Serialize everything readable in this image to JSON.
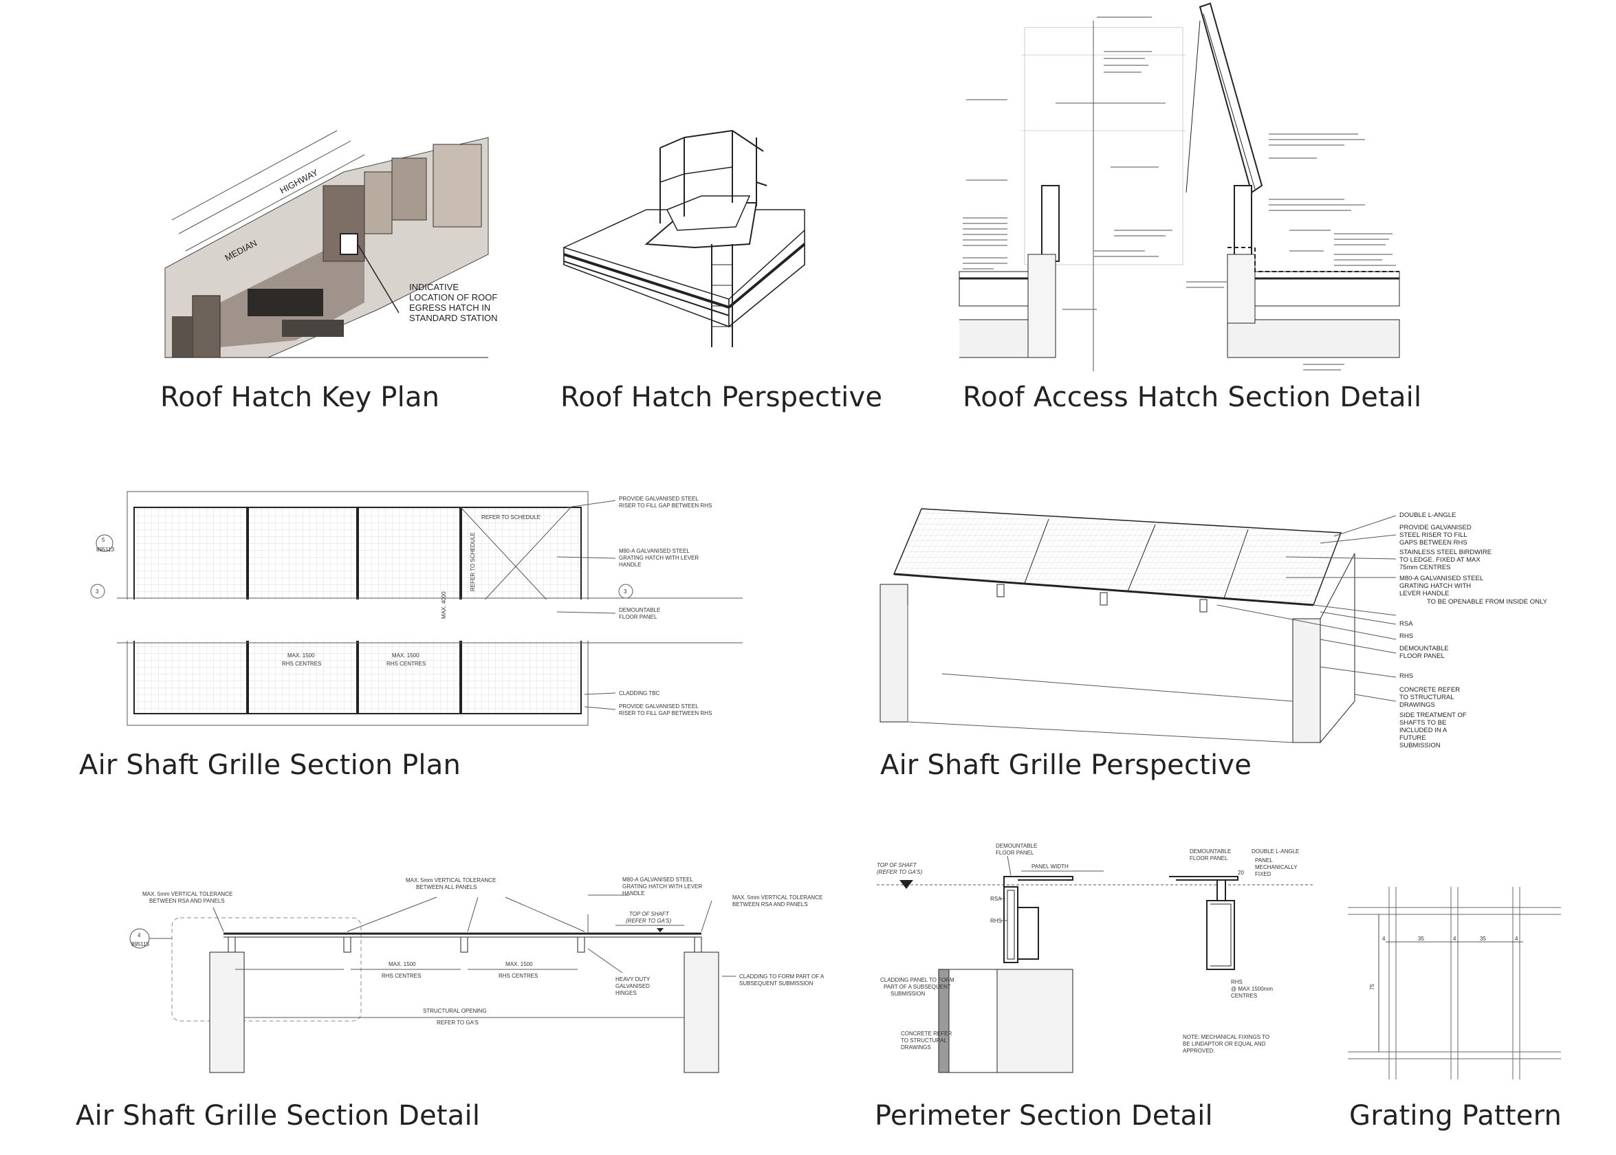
{
  "captions": {
    "key_plan": "Roof Hatch Key Plan",
    "perspective": "Roof Hatch Perspective",
    "section_detail": "Roof Access Hatch Section Detail",
    "grille_plan": "Air Shaft Grille Section Plan",
    "grille_perspective": "Air Shaft Grille Perspective",
    "grille_section": "Air Shaft Grille Section Detail",
    "perimeter": "Perimeter Section Detail",
    "grating": "Grating Pattern"
  },
  "key_plan": {
    "highway": "HIGHWAY",
    "median": "MEDIAN",
    "callout": [
      "INDICATIVE",
      "LOCATION OF ROOF",
      "EGRESS HATCH IN",
      "STANDARD STATION"
    ]
  },
  "grille_plan": {
    "notes": {
      "riser_top": [
        "PROVIDE GALVANISED STEEL",
        "RISER TO FILL GAP BETWEEN RHS"
      ],
      "hatch": [
        "M80-A GALVANISED STEEL",
        "GRATING HATCH WITH LEVER",
        "HANDLE"
      ],
      "panel": [
        "DEMOUNTABLE",
        "FLOOR PANEL"
      ],
      "cladding": "CLADDING TBC",
      "riser_bottom": [
        "PROVIDE GALVANISED STEEL",
        "RISER TO FILL GAP BETWEEN RHS"
      ],
      "schedule_h": "REFER TO SCHEDULE",
      "schedule_v": "REFER TO SCHEDULE",
      "max_4000": "MAX. 4000",
      "max_1500": "MAX. 1500",
      "rhs_centres": "RHS CENTRES",
      "callout_top": "5",
      "callout_ref": "895113",
      "section_mark": "3"
    }
  },
  "grille_perspective": {
    "notes": [
      "DOUBLE L-ANGLE",
      "PROVIDE GALVANISED STEEL RISER TO FILL GAPS BETWEEN RHS",
      "STAINLESS STEEL BIRDWIRE TO LEDGE. FIXED AT MAX 75mm CENTRES",
      "M80-A GALVANISED STEEL GRATING HATCH WITH LEVER HANDLE",
      "TO BE OPENABLE FROM INSIDE ONLY",
      "RSA",
      "RHS",
      "DEMOUNTABLE FLOOR PANEL",
      "RHS",
      "CONCRETE REFER TO STRUCTURAL DRAWINGS",
      "SIDE TREATMENT OF SHAFTS TO BE INCLUDED IN A FUTURE SUBMISSION"
    ]
  },
  "grille_section": {
    "notes": {
      "tol_left": [
        "MAX. 5mm VERTICAL TOLERANCE",
        "BETWEEN RSA AND PANELS"
      ],
      "tol_mid": [
        "MAX. 5mm VERTICAL TOLERANCE",
        "BETWEEN ALL PANELS"
      ],
      "hatch": [
        "M80-A GALVANISED STEEL",
        "GRATING HATCH WITH LEVER",
        "HANDLE"
      ],
      "tol_right": [
        "MAX. 5mm VERTICAL TOLERANCE",
        "BETWEEN RSA AND PANELS"
      ],
      "top_shaft": [
        "TOP OF SHAFT",
        "(REFER TO GA'S)"
      ],
      "max_1500": "MAX. 1500",
      "rhs_centres": "RHS CENTRES",
      "hinges": [
        "HEAVY DUTY",
        "GALVANISED",
        "HINGES"
      ],
      "cladding": [
        "CLADDING TO FORM PART OF A",
        "SUBSEQUENT SUBMISSION"
      ],
      "opening": [
        "STRUCTURAL OPENING",
        "REFER TO GA'S"
      ],
      "callout": "4",
      "callout_ref": "895115"
    }
  },
  "perimeter": {
    "notes": {
      "top_shaft": [
        "TOP OF SHAFT",
        "(REFER TO GA'S)"
      ],
      "panel_left": [
        "DEMOUNTABLE",
        "FLOOR PANEL"
      ],
      "panel_width": "PANEL WIDTH",
      "rsa": "RSA",
      "rhs": "RHS",
      "cladding": [
        "CLADDING PANEL TO FORM",
        "PART OF A SUBSEQUENT",
        "SUBMISSION"
      ],
      "concrete": [
        "CONCRETE REFER",
        "TO STRUCTURAL",
        "DRAWINGS"
      ],
      "panel_right": [
        "DEMOUNTABLE",
        "FLOOR PANEL"
      ],
      "double_angle": [
        "DOUBLE L-ANGLE",
        "PANEL",
        "MECHANICALLY",
        "FIXED"
      ],
      "dim_20": "20",
      "rhs_max": [
        "RHS",
        "@ MAX 1500mm",
        "CENTRES"
      ],
      "note": [
        "NOTE: MECHANICAL FIXINGS TO",
        "BE LINDAPTOR OR EQUAL AND",
        "APPROVED."
      ]
    }
  },
  "grating": {
    "dims": [
      "4",
      "35",
      "4",
      "35",
      "4",
      "75"
    ]
  }
}
